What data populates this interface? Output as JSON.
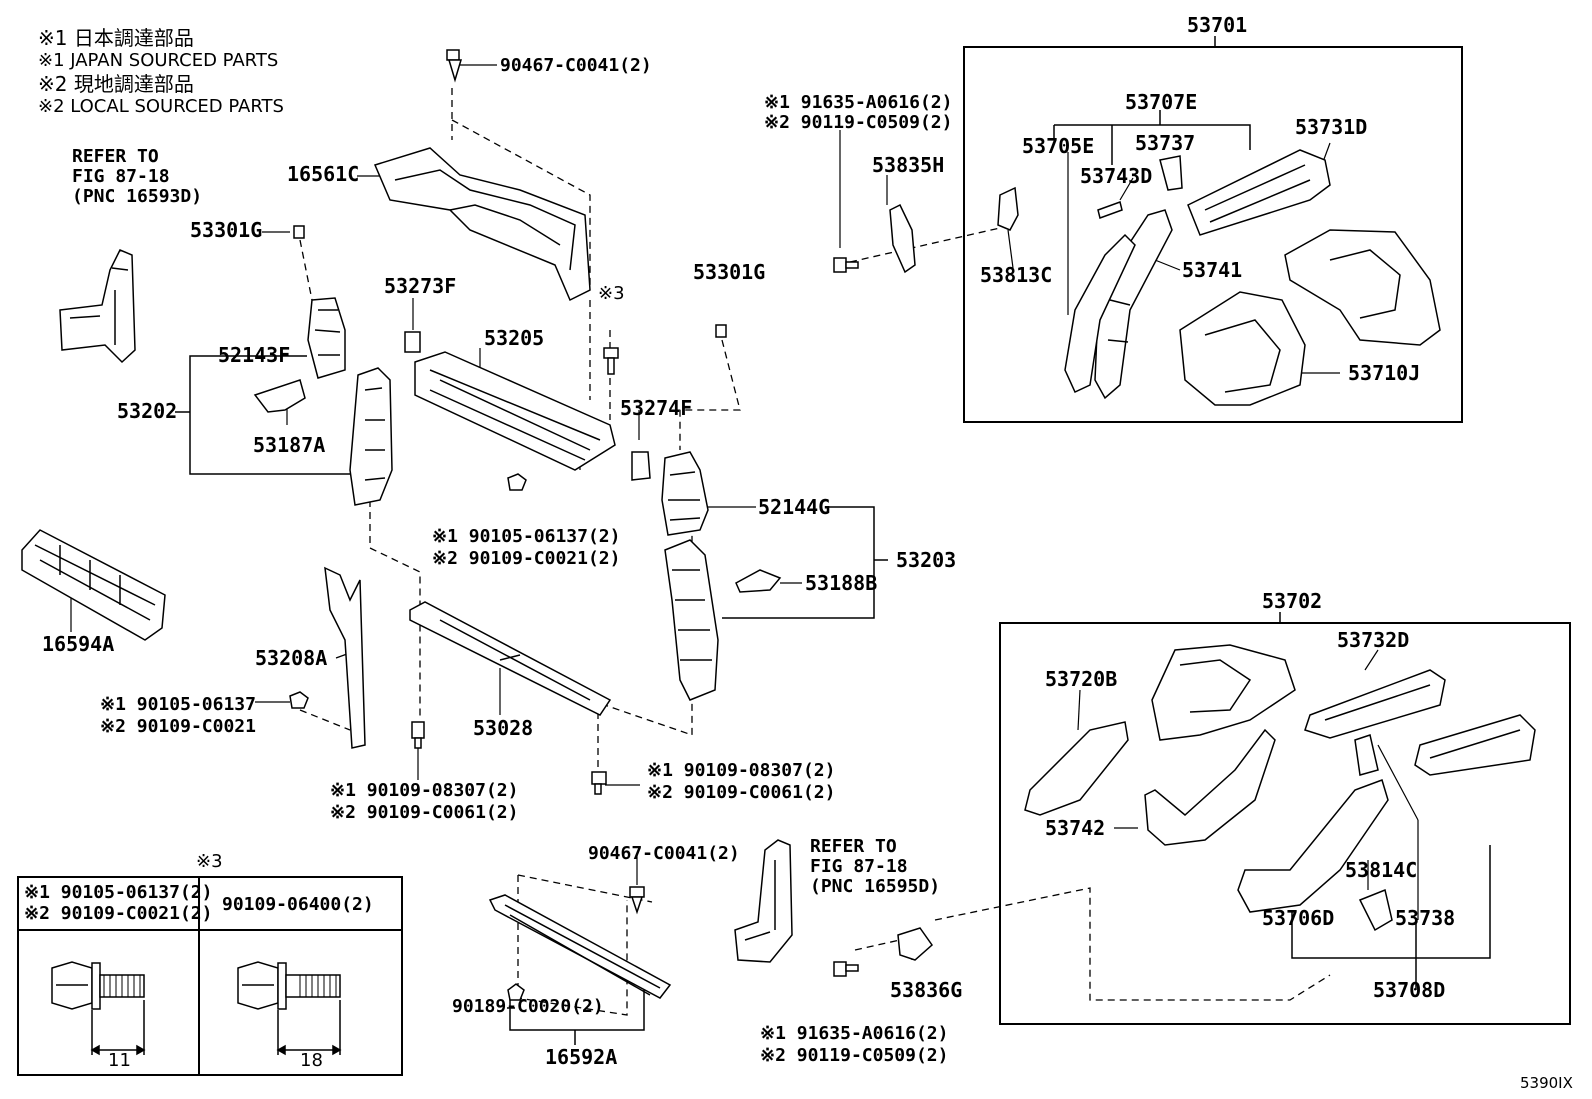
{
  "notes": {
    "line1": "※1 日本調達部品",
    "line2": "※1 JAPAN SOURCED PARTS",
    "line3": "※2 現地調達部品",
    "line4": "※2 LOCAL SOURCED PARTS"
  },
  "refer_left": {
    "line1": "REFER TO",
    "line2": "FIG 87-18",
    "line3": "(PNC 16593D)"
  },
  "refer_bottom": {
    "line1": "REFER TO",
    "line2": "FIG 87-18",
    "line3": "(PNC 16595D)"
  },
  "labels": {
    "p90467_top": "90467-C0041(2)",
    "p16561C": "16561C",
    "p53301G_left": "53301G",
    "p53273F": "53273F",
    "p52143F": "52143F",
    "p53205": "53205",
    "p53202": "53202",
    "p53187A": "53187A",
    "star3_mid": "※3",
    "p53301G_right": "53301G",
    "p53274F": "53274F",
    "p90105_mid_1": "※1 90105-06137(2)",
    "p90109_mid_2": "※2 90109-C0021(2)",
    "p52144G": "52144G",
    "p53203": "53203",
    "p53188B": "53188B",
    "p16594A": "16594A",
    "p53208A": "53208A",
    "p90105_left_1": "※1 90105-06137",
    "p90109_left_2": "※2 90109-C0021",
    "p53028": "53028",
    "p90109_08307_a": "※1 90109-08307(2)",
    "p90109_c0061_a": "※2 90109-C0061(2)",
    "p90109_08307_b": "※1 90109-08307(2)",
    "p90109_c0061_b": "※2 90109-C0061(2)",
    "p91635_top_1": "※1 91635-A0616(2)",
    "p90119_top_2": "※2 90119-C0509(2)",
    "p53835H": "53835H",
    "p53701": "53701",
    "p53707E": "53707E",
    "p53705E": "53705E",
    "p53737": "53737",
    "p53731D": "53731D",
    "p53743D": "53743D",
    "p53813C": "53813C",
    "p53741": "53741",
    "p53710J": "53710J",
    "p53702": "53702",
    "p53732D": "53732D",
    "p53720B": "53720B",
    "p53742": "53742",
    "p53814C": "53814C",
    "p53706D": "53706D",
    "p53738": "53738",
    "p53708D": "53708D",
    "p90467_bottom": "90467-C0041(2)",
    "p90189": "90189-C0020(2)",
    "p16592A": "16592A",
    "p53836G": "53836G",
    "p91635_bot_1": "※1 91635-A0616(2)",
    "p90119_bot_2": "※2 90119-C0509(2)"
  },
  "bolt_table": {
    "title": "※3",
    "left_line1": "※1 90105-06137(2)",
    "left_line2": "※2 90109-C0021(2)",
    "right_part": "90109-06400(2)",
    "left_dim": "11",
    "right_dim": "18"
  },
  "figure_code": "5390IX"
}
